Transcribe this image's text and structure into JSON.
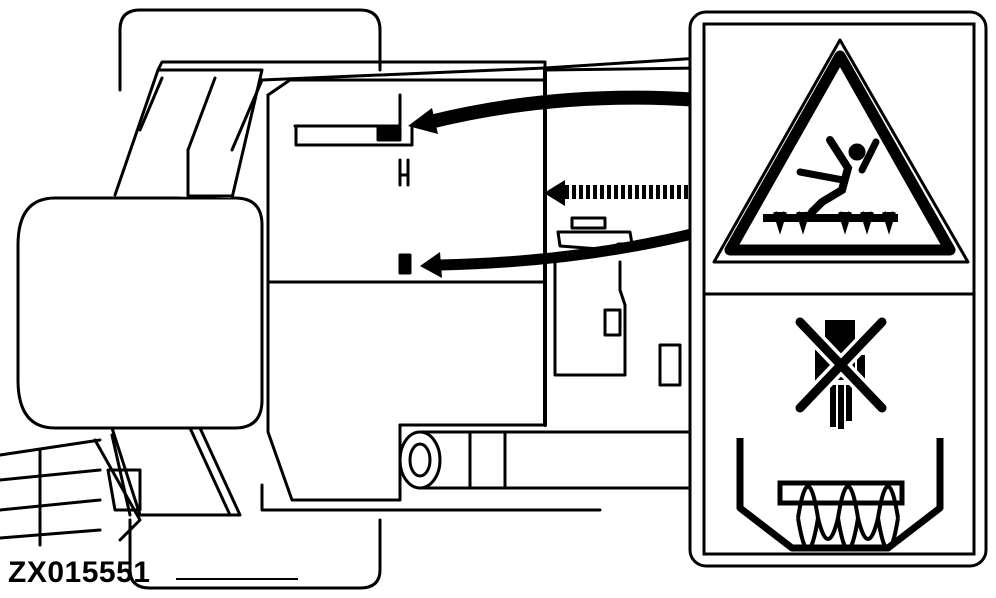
{
  "figure": {
    "id_label": "ZX015551",
    "description": "Top view of machine hopper with location of auger safety decals",
    "colors": {
      "line": "#000000",
      "background": "#ffffff"
    }
  },
  "decal": {
    "top_panel": {
      "icon": "warning-triangle-person-falling-into-auger"
    },
    "bottom_panel": {
      "icon": "no-hands-in-auger-hopper"
    }
  },
  "callouts": [
    {
      "style": "solid",
      "target": "left-upper-decal-location"
    },
    {
      "style": "dashed",
      "target": "center-decal-location"
    },
    {
      "style": "solid",
      "target": "left-lower-decal-location"
    }
  ]
}
